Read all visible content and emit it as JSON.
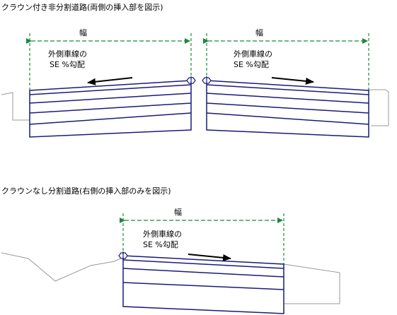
{
  "diagram1": {
    "caption": "クラウン付き非分割道路(両側の挿入部を図示)",
    "left": {
      "width_label": "幅",
      "slope_line1": "外側車線の",
      "slope_line2": "SE %勾配"
    },
    "right": {
      "width_label": "幅",
      "slope_line1": "外側車線の",
      "slope_line2": "SE %勾配"
    }
  },
  "diagram2": {
    "caption": "クラウンなし分割道路(右側の挿入部のみを図示)",
    "width_label": "幅",
    "slope_line1": "外側車線の",
    "slope_line2": "SE %勾配"
  },
  "colors": {
    "dimension": "#1a8a3a",
    "road": "#1a1a7a",
    "ground": "#9a9a9a",
    "arrow": "#000000",
    "insertion_point": "#1a1a7a"
  }
}
